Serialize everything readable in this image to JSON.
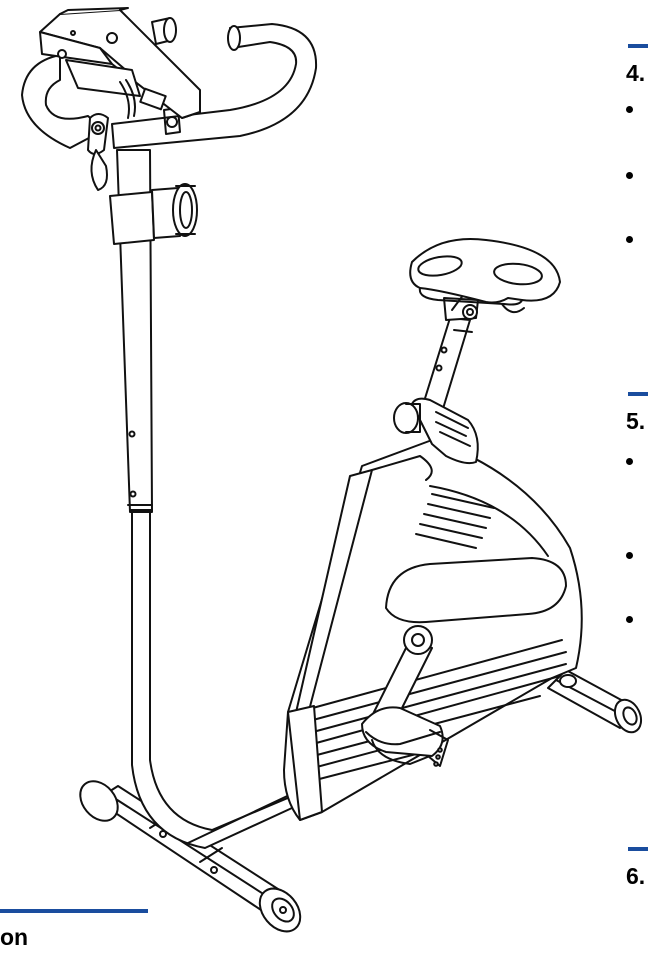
{
  "sections": [
    {
      "number": "4."
    },
    {
      "number": "5."
    },
    {
      "number": "6."
    }
  ],
  "bottom_text": "on",
  "colors": {
    "rule": "#1a4d9e",
    "ink": "#111111"
  },
  "illustration_icon": "exercise-bike-icon"
}
